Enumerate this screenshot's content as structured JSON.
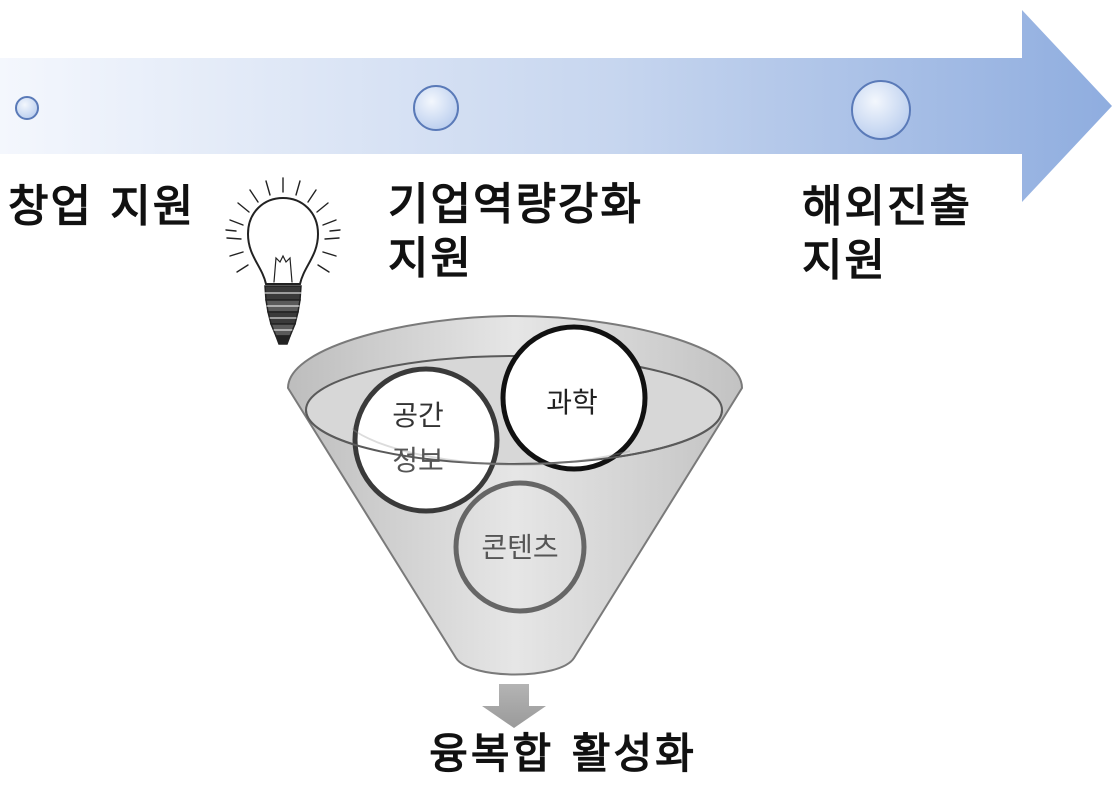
{
  "timeline": {
    "stages": [
      {
        "lines": [
          "창업 지원"
        ]
      },
      {
        "lines": [
          "기업역량강화",
          "지원"
        ]
      },
      {
        "lines": [
          "해외진출",
          "지원"
        ]
      }
    ]
  },
  "funnel": {
    "circles": {
      "spatial": {
        "line1": "공간",
        "line2": "정보"
      },
      "science": {
        "line1": "과학"
      },
      "contents": {
        "line1": "콘텐츠"
      }
    }
  },
  "result": {
    "label": "융복합 활성화"
  },
  "colors": {
    "arrow_light": "#f4f7fd",
    "arrow_dark": "#8faddf",
    "node_fill": "#d6e2f6",
    "node_stroke": "#5a7ab8",
    "funnel_fill": "#d4d4d4",
    "funnel_stroke": "#7a7a7a",
    "down_arrow": "#a6a6a6"
  },
  "icons": {
    "bulb": "lightbulb-icon"
  }
}
